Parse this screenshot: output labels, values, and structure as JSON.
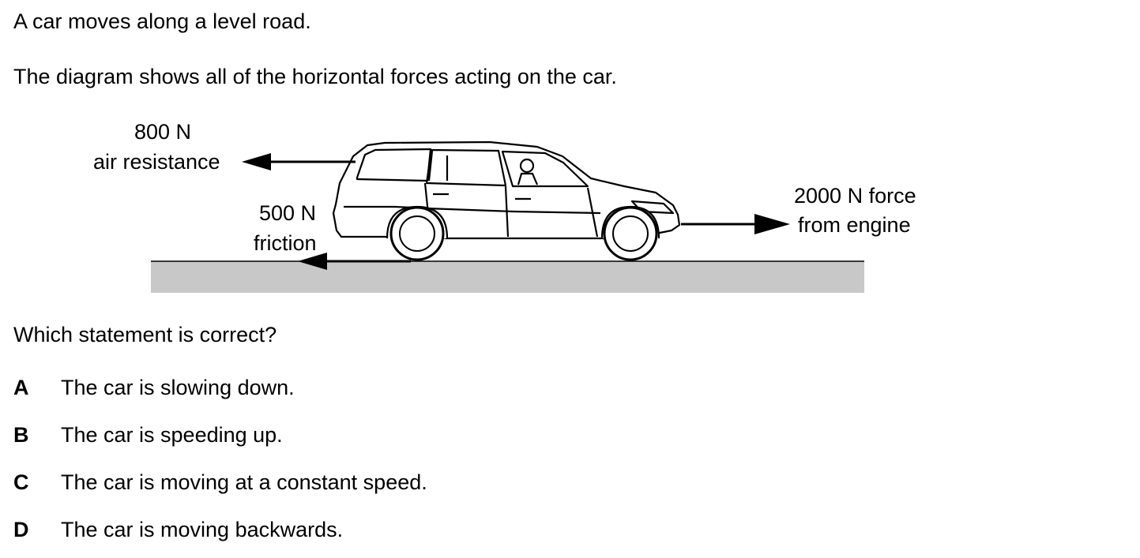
{
  "question": {
    "line1": "A car moves along a level road.",
    "line2": "The diagram shows all of the horizontal forces acting on the car.",
    "prompt": "Which statement is correct?"
  },
  "diagram": {
    "air_resistance": {
      "value": "800 N",
      "name": "air resistance"
    },
    "friction": {
      "value": "500 N",
      "name": "friction"
    },
    "engine": {
      "value": "2000 N force",
      "name": "from engine"
    },
    "road_color": "#c8c8c8"
  },
  "options": [
    {
      "letter": "A",
      "text": "The car is slowing down."
    },
    {
      "letter": "B",
      "text": "The car is speeding up."
    },
    {
      "letter": "C",
      "text": "The car is moving at a constant speed."
    },
    {
      "letter": "D",
      "text": "The car is moving backwards."
    }
  ]
}
